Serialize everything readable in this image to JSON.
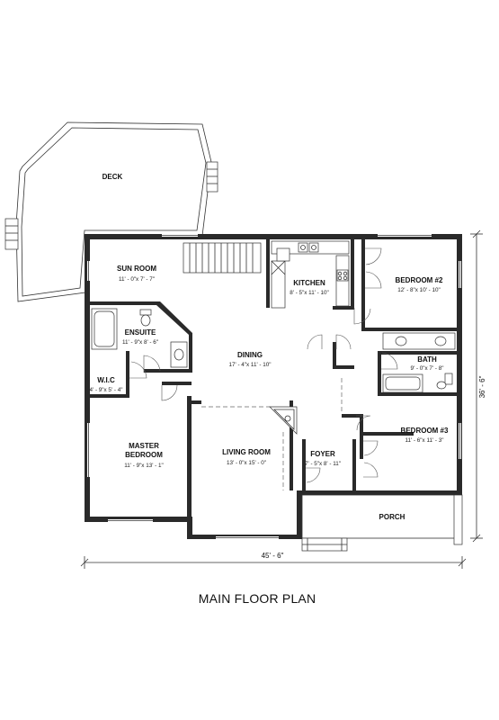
{
  "plan_title": "MAIN FLOOR PLAN",
  "dimensions": {
    "width": "45' - 6\"",
    "depth": "36' - 6\""
  },
  "rooms": {
    "deck": {
      "name": "DECK"
    },
    "sun_room": {
      "name": "SUN ROOM",
      "size": "11' - 0\"x 7' - 7\""
    },
    "kitchen": {
      "name": "KITCHEN",
      "size": "8' - 5\"x 11' - 10\""
    },
    "bedroom2": {
      "name": "BEDROOM #2",
      "size": "12' - 8\"x 10' - 10\""
    },
    "ensuite": {
      "name": "ENSUITE",
      "size": "11' - 9\"x 8' - 6\""
    },
    "dining": {
      "name": "DINING",
      "size": "17' - 4\"x 11' - 10\""
    },
    "bath": {
      "name": "BATH",
      "size": "9' - 0\"x 7' - 8\""
    },
    "wic": {
      "name": "W.I.C",
      "size": "4' - 9\"x 5' - 4\""
    },
    "master": {
      "name1": "MASTER",
      "name2": "BEDROOM",
      "size": "11' - 9\"x 13' - 1\""
    },
    "living": {
      "name": "LIVING ROOM",
      "size": "13' - 0\"x 15' - 0\""
    },
    "foyer": {
      "name": "FOYER",
      "size": "7' - 5\"x 8' - 11\""
    },
    "bedroom3": {
      "name": "BEDROOM #3",
      "size": "11' - 6\"x 11' - 3\""
    },
    "porch": {
      "name": "PORCH"
    }
  }
}
